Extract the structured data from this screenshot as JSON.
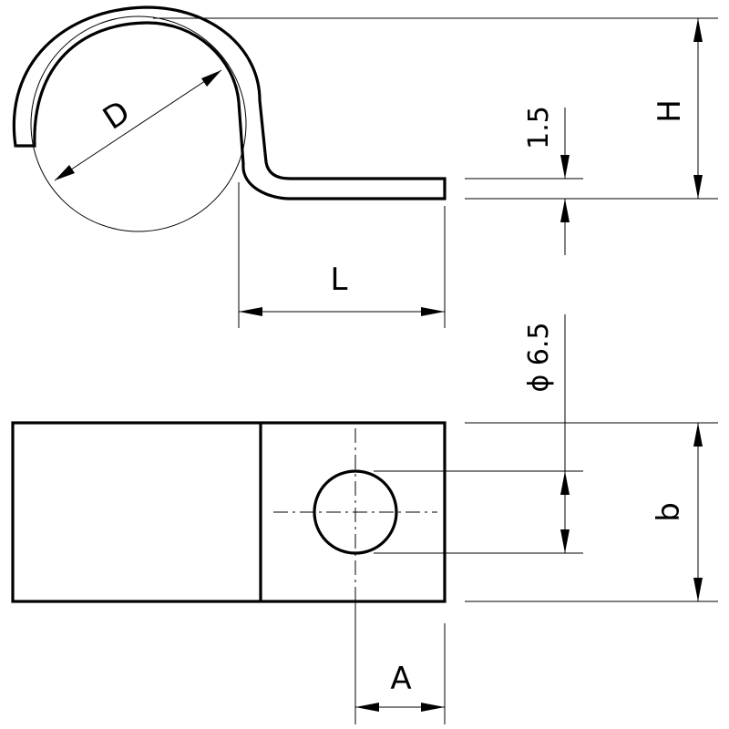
{
  "labels": {
    "diameter": "D",
    "length": "L",
    "height": "H",
    "thickness": "1.5",
    "hole": "ϕ 6.5",
    "width": "b",
    "offset": "A"
  }
}
